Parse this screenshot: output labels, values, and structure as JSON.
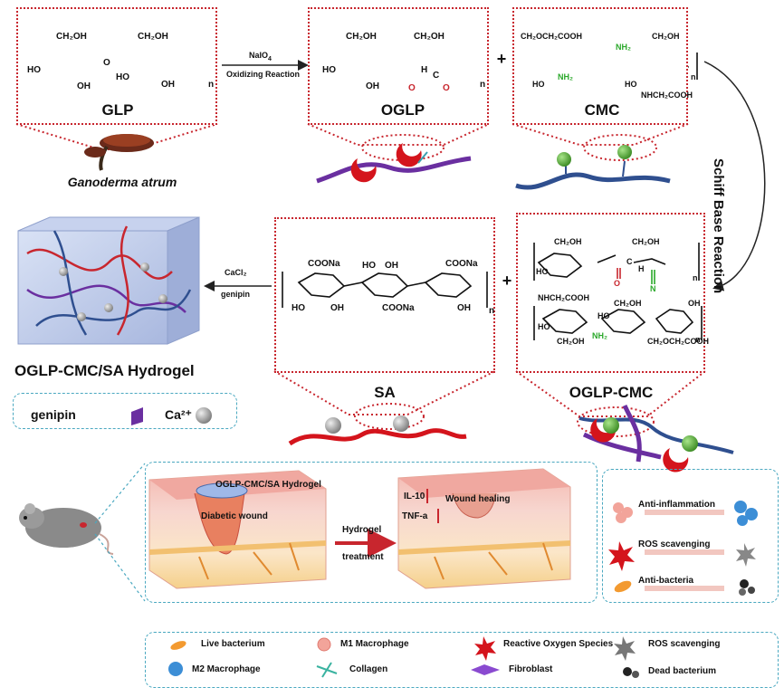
{
  "top": {
    "glp_label": "GLP",
    "oglp_label": "OGLP",
    "cmc_label": "CMC",
    "source_label": "Ganoderma atrum",
    "reagent": "NaIO",
    "reagent_sub": "4",
    "reaction": "Oxidizing Reaction",
    "plus": "+",
    "schiff": "Schiff Base Reaction"
  },
  "glp_struct": {
    "ch2oh_a": "CH₂OH",
    "ch2oh_b": "CH₂OH",
    "ho_a": "HO",
    "oh_a": "OH",
    "ho_b": "HO",
    "oh_b": "OH",
    "o_bridge": "O",
    "n": "n"
  },
  "oglp_struct": {
    "ch2oh_a": "CH₂OH",
    "ch2oh_b": "CH₂OH",
    "ho": "HO",
    "oh": "OH",
    "h": "H",
    "c": "C",
    "o1": "O",
    "o2": "O",
    "n": "n"
  },
  "cmc_struct": {
    "top_left": "CH₂OCH₂COOH",
    "nh2_a": "NH₂",
    "ch2oh": "CH₂OH",
    "ho_a": "HO",
    "nh2_b": "NH₂",
    "ho_b": "HO",
    "nhch": "NHCH₂COOH",
    "n": "n"
  },
  "middle": {
    "sa_label": "SA",
    "oglpcmc_label": "OGLP-CMC",
    "hydrogel_title": "OGLP-CMC/SA Hydrogel",
    "cacl2": "CaCl₂",
    "genipin_reagent": "genipin",
    "plus": "+",
    "legend_genipin": "genipin",
    "legend_ca": "Ca²⁺"
  },
  "sa_struct": {
    "coona_a": "COONa",
    "coona_b": "COONa",
    "coona_c": "COONa",
    "ho_a": "HO",
    "oh_a": "OH",
    "ho_b": "HO",
    "oh_b": "OH",
    "oh_c": "OH",
    "n": "n"
  },
  "oglpcmc_struct": {
    "ch2oh_a": "CH₂OH",
    "ch2oh_b": "CH₂OH",
    "ho": "HO",
    "h": "H",
    "c": "C",
    "o": "O",
    "n_link": "N",
    "nhch": "NHCH₂COOH",
    "ch2oh_c": "CH₂OH",
    "ho_b": "HO",
    "ho_c": "HO",
    "nh2": "NH₂",
    "oh": "OH",
    "ch2och": "CH₂OCH₂COOH",
    "ch2oh_d": "CH₂OH",
    "n_a": "n",
    "n_b": "n"
  },
  "bottom": {
    "hydrogel_on_skin": "OGLP-CMC/SA Hydrogel",
    "diabetic_wound": "Diabetic wound",
    "hydrogel": "Hydrogel",
    "treatment": "treatment",
    "il10": "IL-10",
    "tnfa": "TNF-a",
    "wound_healing": "Wound healing",
    "anti_inflammation": "Anti-inflammation",
    "ros_scavenging": "ROS scavenging",
    "anti_bacteria": "Anti-bacteria"
  },
  "legend": {
    "live_bacterium": "Live bacterium",
    "m1": "M1 Macrophage",
    "ros": "Reactive Oxygen Species",
    "ros_scavenging": "ROS scavenging",
    "m2": "M2 Macrophage",
    "collagen": "Collagen",
    "fibroblast": "Fibroblast",
    "dead_bacterium": "Dead bacterium"
  },
  "colors": {
    "red": "#c8262e",
    "purple": "#6a2fa0",
    "blue": "#2f4f8f",
    "green": "#5ab83a",
    "teal": "#4aa8c0"
  }
}
